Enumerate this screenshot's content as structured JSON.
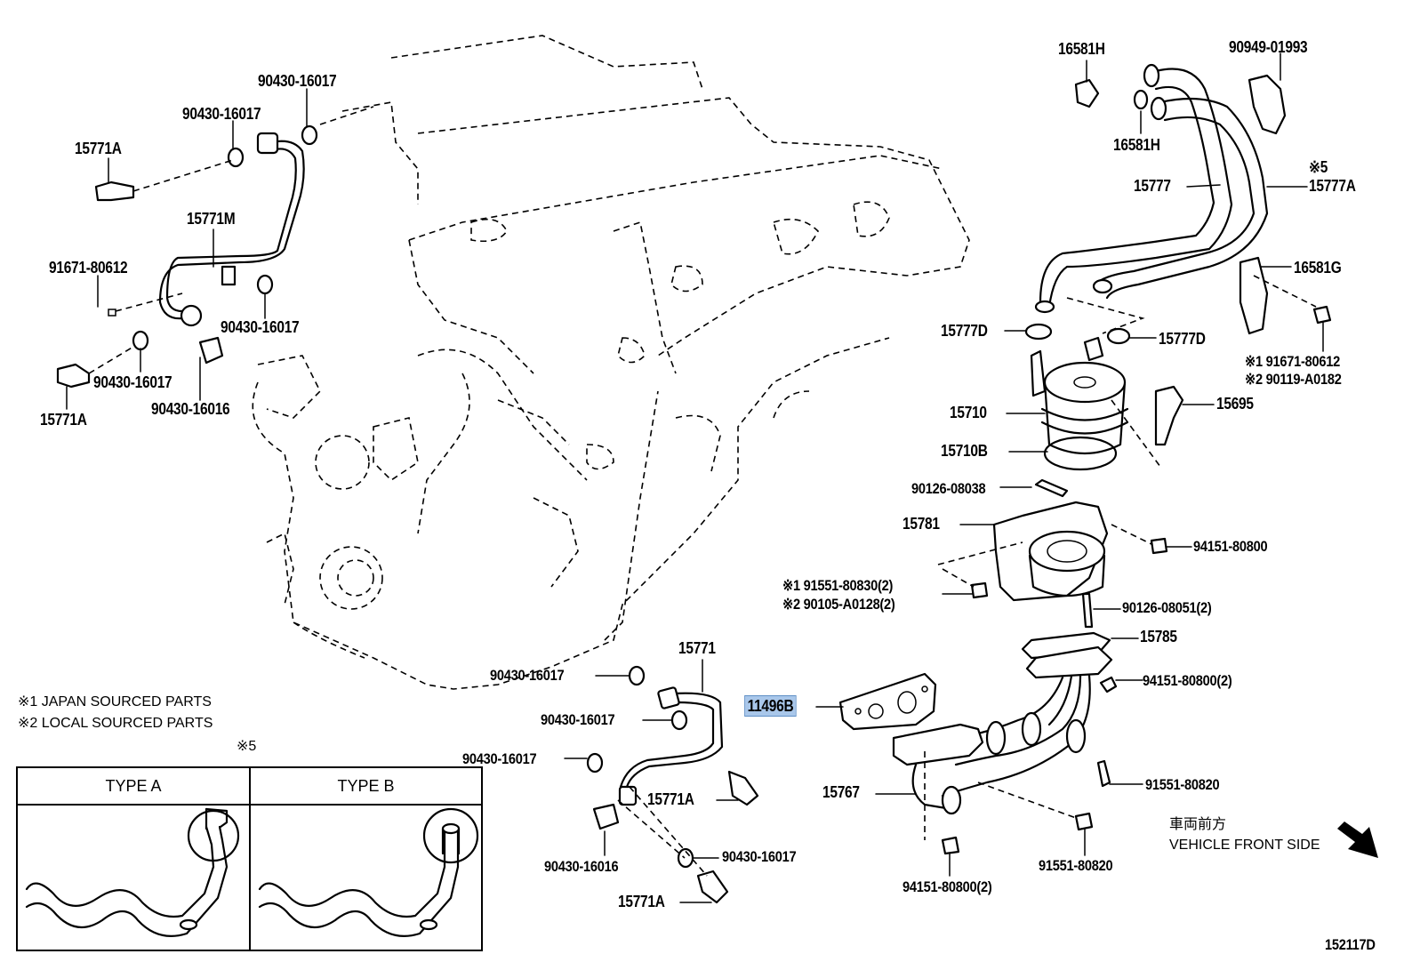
{
  "labels": {
    "p90430_16017_top": "90430-16017",
    "p90430_16017_a": "90430-16017",
    "p15771A_top": "15771A",
    "p15771M": "15771M",
    "p91671_80612_left": "91671-80612",
    "p90430_16017_b": "90430-16017",
    "p90430_16017_c": "90430-16017",
    "p15771A_left": "15771A",
    "p90430_16016_left": "90430-16016",
    "p16581H_a": "16581H",
    "p16581H_b": "16581H",
    "p90949_01993": "90949-01993",
    "p15777": "15777",
    "p15777A": "15777A",
    "mark5_top": "※5",
    "p16581G": "16581G",
    "p15777D_left": "15777D",
    "p15777D_right": "15777D",
    "p91671_80612_right": "※1 91671-80612",
    "p90119_A0182": "※2 90119-A0182",
    "p15710": "15710",
    "p15695": "15695",
    "p15710B": "15710B",
    "p90126_08038": "90126-08038",
    "p15781": "15781",
    "p94151_80800_a": "94151-80800",
    "p91551_80830": "※1 91551-80830(2)",
    "p90105_A0128": "※2 90105-A0128(2)",
    "p90126_08051": "90126-08051(2)",
    "p15785": "15785",
    "p15771": "15771",
    "p90430_16017_d": "90430-16017",
    "p11496B": "11496B",
    "p94151_80800_b": "94151-80800(2)",
    "p90430_16017_e": "90430-16017",
    "p90430_16017_f": "90430-16017",
    "p15771A_mid": "15771A",
    "p15767": "15767",
    "p91551_80820_a": "91551-80820",
    "p90430_16016_bottom": "90430-16016",
    "p90430_16017_g": "90430-16017",
    "p15771A_bottom": "15771A",
    "p94151_80800_c": "94151-80800(2)",
    "p91551_80820_b": "91551-80820",
    "diagram_code": "152117D"
  },
  "notes": {
    "japan_parts": "※1 JAPAN SOURCED PARTS",
    "local_parts": "※2 LOCAL SOURCED PARTS",
    "mark5_box": "※5",
    "front_jp": "車両前方",
    "front_en": "VEHICLE FRONT SIDE"
  },
  "type_table": {
    "type_a": "TYPE A",
    "type_b": "TYPE B"
  },
  "colors": {
    "highlight": "#a9c7ea"
  }
}
